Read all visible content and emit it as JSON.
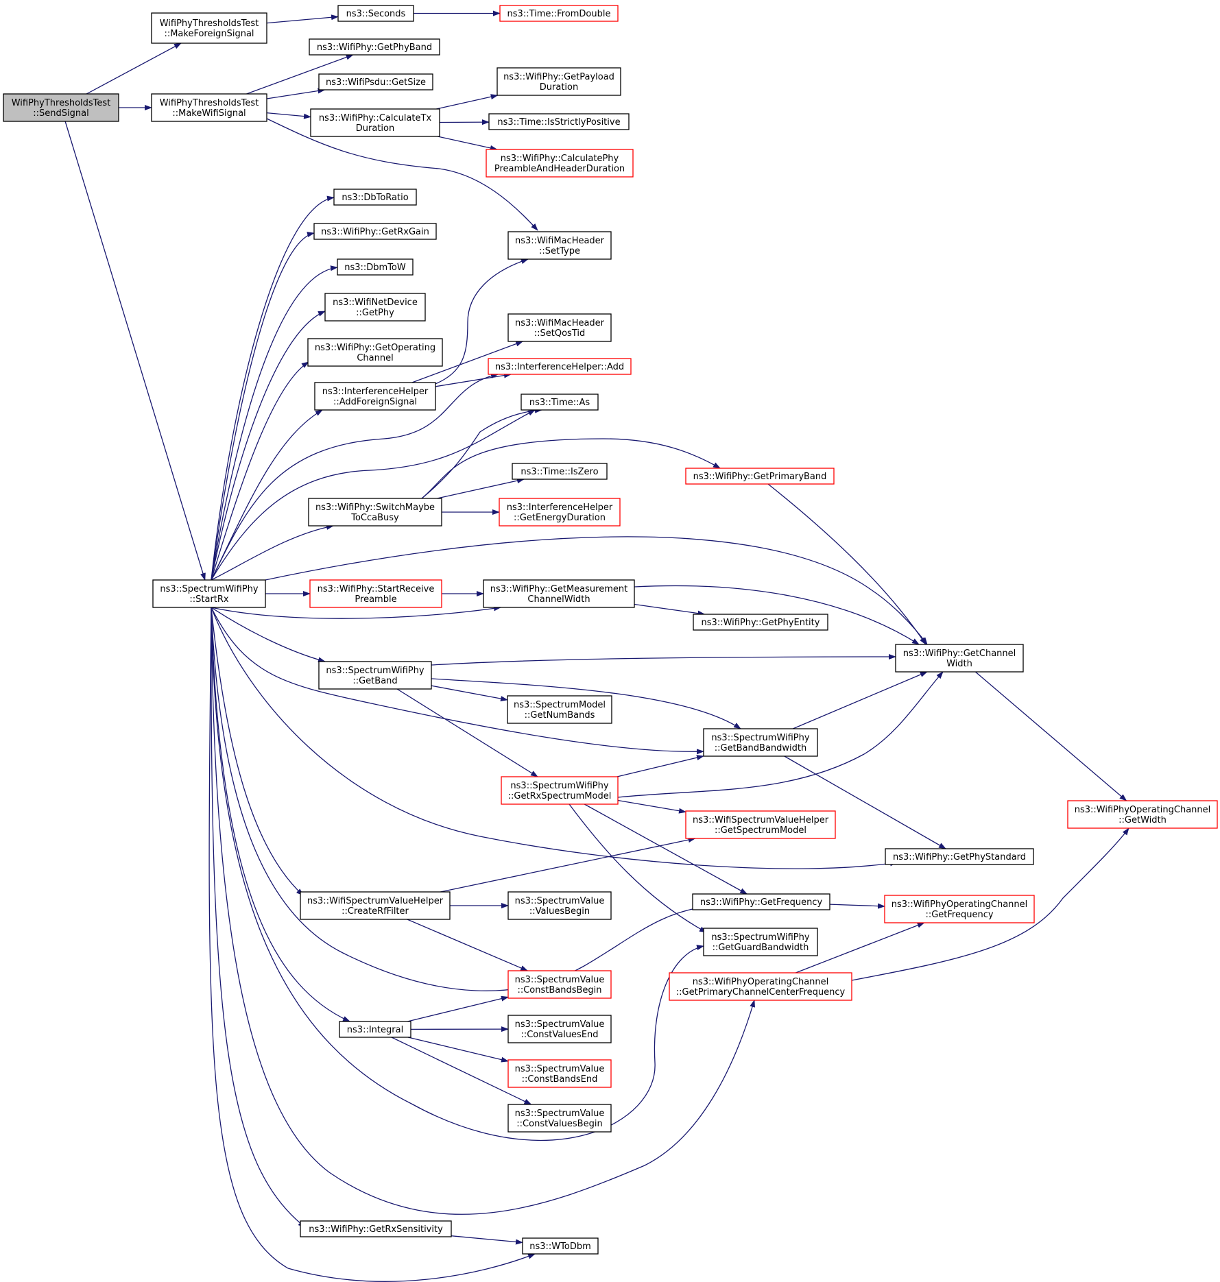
{
  "graph": {
    "colors": {
      "edge": "#191970",
      "root_fill": "#bfbfbf",
      "linked_border": "#000000",
      "incomplete_border": "#ff0000",
      "node_fill": "#ffffff"
    },
    "nodes": [
      {
        "id": "sendSignal",
        "lines": [
          "WifiPhyThresholdsTest",
          "::SendSignal"
        ],
        "style": "root"
      },
      {
        "id": "makeForeign",
        "lines": [
          "WifiPhyThresholdsTest",
          "::MakeForeignSignal"
        ]
      },
      {
        "id": "makeWifi",
        "lines": [
          "WifiPhyThresholdsTest",
          "::MakeWifiSignal"
        ]
      },
      {
        "id": "seconds",
        "lines": [
          "ns3::Seconds"
        ]
      },
      {
        "id": "fromDouble",
        "lines": [
          "ns3::Time::FromDouble"
        ],
        "style": "red"
      },
      {
        "id": "getPhyBand",
        "lines": [
          "ns3::WifiPhy::GetPhyBand"
        ]
      },
      {
        "id": "psduGetSize",
        "lines": [
          "ns3::WifiPsdu::GetSize"
        ]
      },
      {
        "id": "calcTxDur",
        "lines": [
          "ns3::WifiPhy::CalculateTx",
          "Duration"
        ]
      },
      {
        "id": "getPayloadDur",
        "lines": [
          "ns3::WifiPhy::GetPayload",
          "Duration"
        ]
      },
      {
        "id": "isStrictlyPos",
        "lines": [
          "ns3::Time::IsStrictlyPositive"
        ]
      },
      {
        "id": "calcPreamble",
        "lines": [
          "ns3::WifiPhy::CalculatePhy",
          "PreambleAndHeaderDuration"
        ],
        "style": "red"
      },
      {
        "id": "dbToRatio",
        "lines": [
          "ns3::DbToRatio"
        ]
      },
      {
        "id": "getRxGain",
        "lines": [
          "ns3::WifiPhy::GetRxGain"
        ]
      },
      {
        "id": "dbmToW",
        "lines": [
          "ns3::DbmToW"
        ]
      },
      {
        "id": "netDevGetPhy",
        "lines": [
          "ns3::WifiNetDevice",
          "::GetPhy"
        ]
      },
      {
        "id": "getOpChannel",
        "lines": [
          "ns3::WifiPhy::GetOperating",
          "Channel"
        ]
      },
      {
        "id": "addForeign",
        "lines": [
          "ns3::InterferenceHelper",
          "::AddForeignSignal"
        ]
      },
      {
        "id": "setType",
        "lines": [
          "ns3::WifiMacHeader",
          "::SetType"
        ]
      },
      {
        "id": "setQosTid",
        "lines": [
          "ns3::WifiMacHeader",
          "::SetQosTid"
        ]
      },
      {
        "id": "ihAdd",
        "lines": [
          "ns3::InterferenceHelper::Add"
        ],
        "style": "red"
      },
      {
        "id": "timeAs",
        "lines": [
          "ns3::Time::As"
        ]
      },
      {
        "id": "getPrimaryBand",
        "lines": [
          "ns3::WifiPhy::GetPrimaryBand"
        ],
        "style": "red"
      },
      {
        "id": "timeIsZero",
        "lines": [
          "ns3::Time::IsZero"
        ]
      },
      {
        "id": "switchCca",
        "lines": [
          "ns3::WifiPhy::SwitchMaybe",
          "ToCcaBusy"
        ]
      },
      {
        "id": "getEnergyDur",
        "lines": [
          "ns3::InterferenceHelper",
          "::GetEnergyDuration"
        ],
        "style": "red"
      },
      {
        "id": "startRx",
        "lines": [
          "ns3::SpectrumWifiPhy",
          "::StartRx"
        ]
      },
      {
        "id": "startRxPreamble",
        "lines": [
          "ns3::WifiPhy::StartReceive",
          "Preamble"
        ],
        "style": "red"
      },
      {
        "id": "getMeasChWidth",
        "lines": [
          "ns3::WifiPhy::GetMeasurement",
          "ChannelWidth"
        ]
      },
      {
        "id": "getPhyEntity",
        "lines": [
          "ns3::WifiPhy::GetPhyEntity"
        ]
      },
      {
        "id": "getChannelWidth",
        "lines": [
          "ns3::WifiPhy::GetChannel",
          "Width"
        ]
      },
      {
        "id": "swpGetBand",
        "lines": [
          "ns3::SpectrumWifiPhy",
          "::GetBand"
        ]
      },
      {
        "id": "smGetNumBands",
        "lines": [
          "ns3::SpectrumModel",
          "::GetNumBands"
        ]
      },
      {
        "id": "getBandBw",
        "lines": [
          "ns3::SpectrumWifiPhy",
          "::GetBandBandwidth"
        ]
      },
      {
        "id": "getRxSpecModel",
        "lines": [
          "ns3::SpectrumWifiPhy",
          "::GetRxSpectrumModel"
        ],
        "style": "red"
      },
      {
        "id": "wsvhGetSpecModel",
        "lines": [
          "ns3::WifiSpectrumValueHelper",
          "::GetSpectrumModel"
        ],
        "style": "red"
      },
      {
        "id": "opChGetWidth",
        "lines": [
          "ns3::WifiPhyOperatingChannel",
          "::GetWidth"
        ],
        "style": "red"
      },
      {
        "id": "getPhyStandard",
        "lines": [
          "ns3::WifiPhy::GetPhyStandard"
        ]
      },
      {
        "id": "createRf",
        "lines": [
          "ns3::WifiSpectrumValueHelper",
          "::CreateRfFilter"
        ]
      },
      {
        "id": "svValuesBegin",
        "lines": [
          "ns3::SpectrumValue",
          "::ValuesBegin"
        ]
      },
      {
        "id": "getFrequency",
        "lines": [
          "ns3::WifiPhy::GetFrequency"
        ]
      },
      {
        "id": "opChGetFreq",
        "lines": [
          "ns3::WifiPhyOperatingChannel",
          "::GetFrequency"
        ],
        "style": "red"
      },
      {
        "id": "getGuardBw",
        "lines": [
          "ns3::SpectrumWifiPhy",
          "::GetGuardBandwidth"
        ]
      },
      {
        "id": "opChPrimCenter",
        "lines": [
          "ns3::WifiPhyOperatingChannel",
          "::GetPrimaryChannelCenterFrequency"
        ],
        "style": "red"
      },
      {
        "id": "svConstBandsBegin",
        "lines": [
          "ns3::SpectrumValue",
          "::ConstBandsBegin"
        ],
        "style": "red"
      },
      {
        "id": "integral",
        "lines": [
          "ns3::Integral"
        ]
      },
      {
        "id": "svConstValuesEnd",
        "lines": [
          "ns3::SpectrumValue",
          "::ConstValuesEnd"
        ]
      },
      {
        "id": "svConstBandsEnd",
        "lines": [
          "ns3::SpectrumValue",
          "::ConstBandsEnd"
        ],
        "style": "red"
      },
      {
        "id": "svConstValuesBegin",
        "lines": [
          "ns3::SpectrumValue",
          "::ConstValuesBegin"
        ]
      },
      {
        "id": "getRxSens",
        "lines": [
          "ns3::WifiPhy::GetRxSensitivity"
        ]
      },
      {
        "id": "wToDbm",
        "lines": [
          "ns3::WToDbm"
        ]
      }
    ],
    "edges": [
      {
        "from": "sendSignal",
        "to": "makeForeign"
      },
      {
        "from": "sendSignal",
        "to": "makeWifi"
      },
      {
        "from": "sendSignal",
        "to": "startRx"
      },
      {
        "from": "makeForeign",
        "to": "seconds"
      },
      {
        "from": "seconds",
        "to": "fromDouble"
      },
      {
        "from": "makeWifi",
        "to": "getPhyBand"
      },
      {
        "from": "makeWifi",
        "to": "psduGetSize"
      },
      {
        "from": "makeWifi",
        "to": "calcTxDur"
      },
      {
        "from": "makeWifi",
        "to": "setType"
      },
      {
        "from": "calcTxDur",
        "to": "getPayloadDur"
      },
      {
        "from": "calcTxDur",
        "to": "isStrictlyPos"
      },
      {
        "from": "calcTxDur",
        "to": "calcPreamble"
      },
      {
        "from": "startRx",
        "to": "dbToRatio"
      },
      {
        "from": "startRx",
        "to": "getRxGain"
      },
      {
        "from": "startRx",
        "to": "dbmToW"
      },
      {
        "from": "startRx",
        "to": "netDevGetPhy"
      },
      {
        "from": "startRx",
        "to": "getOpChannel"
      },
      {
        "from": "startRx",
        "to": "addForeign"
      },
      {
        "from": "startRx",
        "to": "ihAdd"
      },
      {
        "from": "startRx",
        "to": "timeAs"
      },
      {
        "from": "startRx",
        "to": "switchCca"
      },
      {
        "from": "startRx",
        "to": "getChannelWidth"
      },
      {
        "from": "startRx",
        "to": "startRxPreamble"
      },
      {
        "from": "startRx",
        "to": "getMeasChWidth"
      },
      {
        "from": "startRx",
        "to": "swpGetBand"
      },
      {
        "from": "startRx",
        "to": "getBandBw"
      },
      {
        "from": "startRx",
        "to": "getPhyStandard"
      },
      {
        "from": "startRx",
        "to": "createRf"
      },
      {
        "from": "startRx",
        "to": "getFrequency"
      },
      {
        "from": "startRx",
        "to": "getGuardBw"
      },
      {
        "from": "startRx",
        "to": "integral"
      },
      {
        "from": "startRx",
        "to": "opChPrimCenter"
      },
      {
        "from": "startRx",
        "to": "getRxSens"
      },
      {
        "from": "startRx",
        "to": "wToDbm"
      },
      {
        "from": "addForeign",
        "to": "setType"
      },
      {
        "from": "addForeign",
        "to": "setQosTid"
      },
      {
        "from": "addForeign",
        "to": "ihAdd"
      },
      {
        "from": "switchCca",
        "to": "timeAs"
      },
      {
        "from": "switchCca",
        "to": "getPrimaryBand"
      },
      {
        "from": "switchCca",
        "to": "timeIsZero"
      },
      {
        "from": "switchCca",
        "to": "getEnergyDur"
      },
      {
        "from": "getPrimaryBand",
        "to": "getChannelWidth"
      },
      {
        "from": "startRxPreamble",
        "to": "getMeasChWidth"
      },
      {
        "from": "getMeasChWidth",
        "to": "getChannelWidth"
      },
      {
        "from": "getMeasChWidth",
        "to": "getPhyEntity"
      },
      {
        "from": "getChannelWidth",
        "to": "opChGetWidth"
      },
      {
        "from": "swpGetBand",
        "to": "getChannelWidth"
      },
      {
        "from": "swpGetBand",
        "to": "smGetNumBands"
      },
      {
        "from": "swpGetBand",
        "to": "getBandBw"
      },
      {
        "from": "swpGetBand",
        "to": "getRxSpecModel"
      },
      {
        "from": "getBandBw",
        "to": "getChannelWidth"
      },
      {
        "from": "getBandBw",
        "to": "getPhyStandard"
      },
      {
        "from": "getRxSpecModel",
        "to": "getBandBw"
      },
      {
        "from": "getRxSpecModel",
        "to": "getChannelWidth"
      },
      {
        "from": "getRxSpecModel",
        "to": "wsvhGetSpecModel"
      },
      {
        "from": "getRxSpecModel",
        "to": "getFrequency"
      },
      {
        "from": "getRxSpecModel",
        "to": "getGuardBw"
      },
      {
        "from": "createRf",
        "to": "wsvhGetSpecModel"
      },
      {
        "from": "createRf",
        "to": "svValuesBegin"
      },
      {
        "from": "createRf",
        "to": "svConstBandsBegin"
      },
      {
        "from": "getFrequency",
        "to": "opChGetFreq"
      },
      {
        "from": "opChPrimCenter",
        "to": "opChGetFreq"
      },
      {
        "from": "opChPrimCenter",
        "to": "opChGetWidth"
      },
      {
        "from": "integral",
        "to": "svConstBandsBegin"
      },
      {
        "from": "integral",
        "to": "svConstValuesEnd"
      },
      {
        "from": "integral",
        "to": "svConstBandsEnd"
      },
      {
        "from": "integral",
        "to": "svConstValuesBegin"
      },
      {
        "from": "getRxSens",
        "to": "wToDbm"
      }
    ]
  }
}
